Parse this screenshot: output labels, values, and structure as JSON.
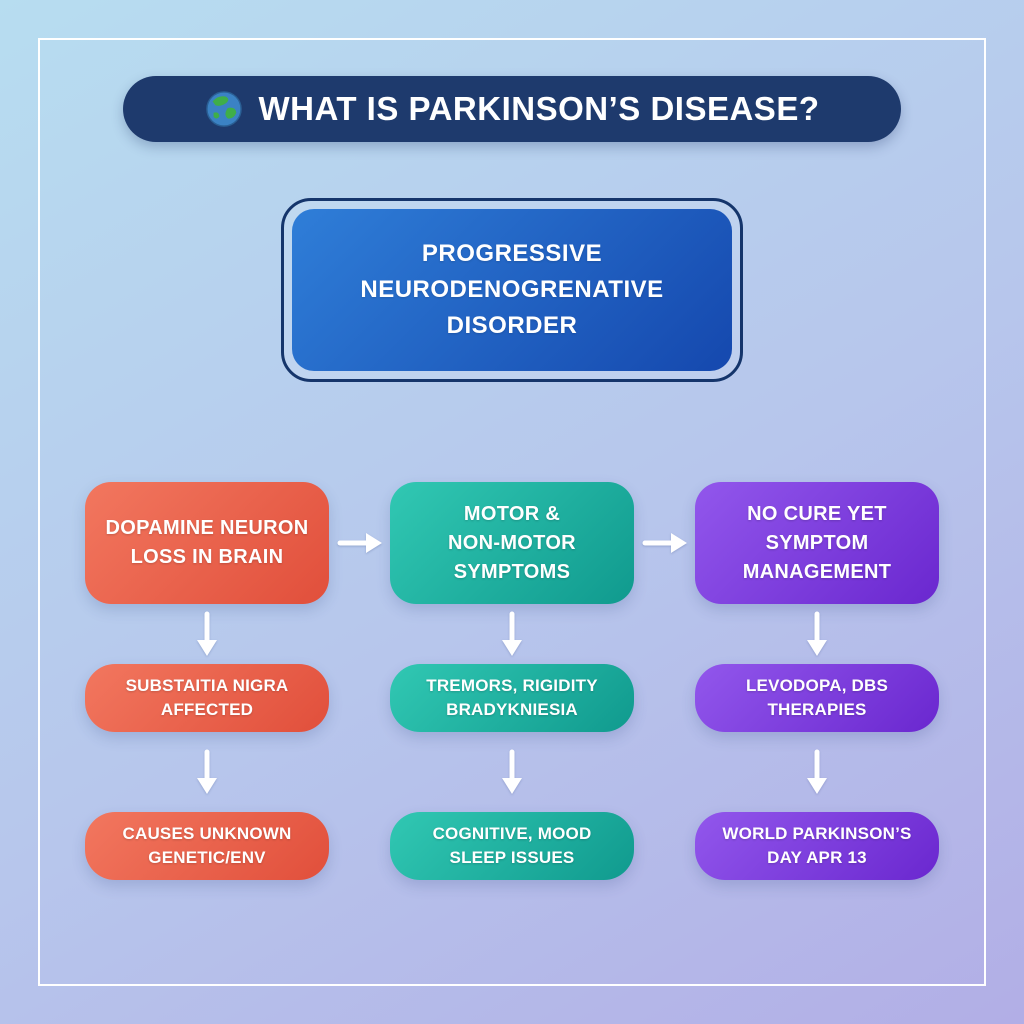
{
  "header": {
    "title": "WHAT IS PARKINSON’S DISEASE?",
    "icon": "globe-icon"
  },
  "definition": {
    "text": "PROGRESSIVE\nNEURODENOGRENATIVE\nDISORDER"
  },
  "columns": [
    {
      "name": "causes",
      "theme": "red",
      "boxes": [
        {
          "label": "DOPAMINE NEURON\nLOSS IN BRAIN"
        },
        {
          "label": "SUBSTAITIA NIGRA\nAFFECTED"
        },
        {
          "label": "CAUSES UNKNOWN\nGENETIC/ENV"
        }
      ]
    },
    {
      "name": "symptoms",
      "theme": "teal",
      "boxes": [
        {
          "label": "MOTOR &\nNON-MOTOR\nSYMPTOMS"
        },
        {
          "label": "TREMORS, RIGIDITY\nBRADYKNIESIA"
        },
        {
          "label": "COGNITIVE, MOOD\nSLEEP ISSUES"
        }
      ]
    },
    {
      "name": "treatment",
      "theme": "purple",
      "boxes": [
        {
          "label": "NO CURE YET\nSYMPTOM\nMANAGEMENT"
        },
        {
          "label": "LEVODOPA, DBS\nTHERAPIES"
        },
        {
          "label": "WORLD PARKINSON’S\nDAY APR 13"
        }
      ]
    }
  ],
  "icons": {
    "globe": "globe-icon",
    "arrow_right": "arrow-right-icon",
    "arrow_down": "arrow-down-icon"
  },
  "colors": {
    "bg-start": "#b7ddf0",
    "bg-end": "#b2aee6",
    "frame": "#ffffff",
    "banner-bg": "#1e3a6d",
    "def-border": "#15356b",
    "def-start": "#2f7ed8",
    "def-end": "#1548ae",
    "red-start": "#f2775f",
    "red-end": "#e14f3b",
    "teal-start": "#31c8b3",
    "teal-end": "#109a8e",
    "purple-start": "#9257ec",
    "purple-end": "#6a27cf",
    "arrow": "#ffffff"
  }
}
